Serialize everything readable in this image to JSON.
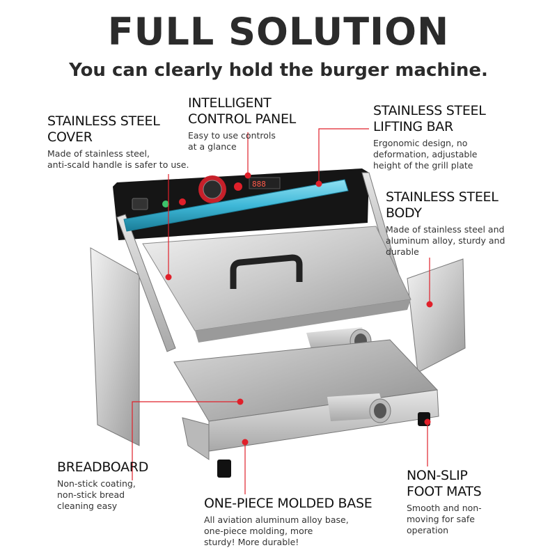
{
  "headline": "FULL SOLUTION",
  "subheadline": "You can clearly hold the burger machine.",
  "accent_color": "#e0202a",
  "lifting_bar_color": "#3fb8d8",
  "callouts": {
    "cover": {
      "title": "STAINLESS STEEL\nCOVER",
      "desc": "Made of stainless steel,\nanti-scald handle is safer to use."
    },
    "control_panel": {
      "title": "INTELLIGENT\nCONTROL PANEL",
      "desc": "Easy to use controls\nat a glance"
    },
    "lifting_bar": {
      "title": "STAINLESS STEEL\nLIFTING BAR",
      "desc": "Ergonomic design, no\ndeformation, adjustable\nheight of the grill plate"
    },
    "body": {
      "title": "STAINLESS STEEL\nBODY",
      "desc": "Made of stainless steel and\naluminum alloy, sturdy and\ndurable"
    },
    "breadboard": {
      "title": "BREADBOARD",
      "desc": "Non-stick coating,\nnon-stick bread\ncleaning easy"
    },
    "base": {
      "title": "ONE-PIECE MOLDED BASE",
      "desc": "All aviation aluminum alloy base,\none-piece molding, more\nsturdy! More durable!"
    },
    "foot_mats": {
      "title": "NON-SLIP\nFOOT MATS",
      "desc": "Smooth and non-\nmoving for safe\noperation"
    }
  }
}
